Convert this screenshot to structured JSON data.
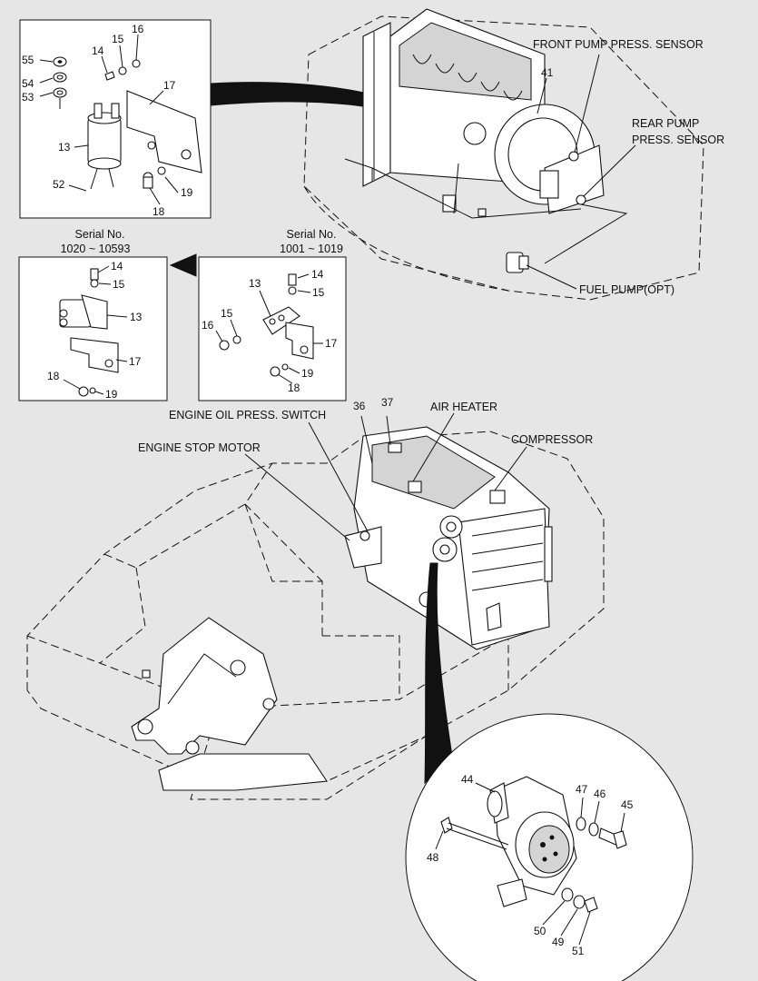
{
  "callouts": {
    "front_pump_sensor": "FRONT PUMP PRESS. SENSOR",
    "rear_pump_sensor_1": "REAR PUMP",
    "rear_pump_sensor_2": "PRESS. SENSOR",
    "fuel_pump": "FUEL PUMP(OPT)",
    "engine_oil_switch": "ENGINE OIL PRESS. SWITCH",
    "engine_stop_motor": "ENGINE STOP MOTOR",
    "air_heater": "AIR HEATER",
    "compressor": "COMPRESSOR"
  },
  "serial_boxes": {
    "left_title": "Serial No.",
    "left_range": "1020 ~ 10593",
    "right_title": "Serial No.",
    "right_range": "1001 ~ 1019"
  },
  "part_numbers": {
    "p55": "55",
    "p54": "54",
    "p53": "53",
    "p14a": "14",
    "p15a": "15",
    "p16a": "16",
    "p17a": "17",
    "p13a": "13",
    "p52": "52",
    "p19a": "19",
    "p18a": "18",
    "p41": "41",
    "p14b": "14",
    "p15b": "15",
    "p13b": "13",
    "p17b": "17",
    "p18b": "18",
    "p19b": "19",
    "p13c": "13",
    "p14c": "14",
    "p15c": "15",
    "p16c": "16",
    "p17c": "17",
    "p19c": "19",
    "p18c": "18",
    "p36": "36",
    "p37": "37",
    "p44": "44",
    "p47": "47",
    "p46": "46",
    "p45": "45",
    "p48": "48",
    "p50": "50",
    "p49": "49",
    "p51": "51"
  }
}
